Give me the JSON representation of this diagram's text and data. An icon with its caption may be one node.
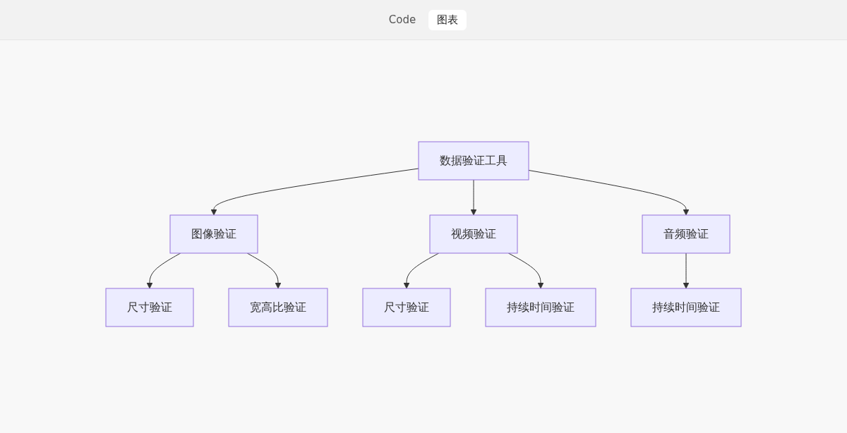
{
  "diagram": {
    "nodes": [
      {
        "text": [
          "数据验证工具"
        ]
      },
      {
        "text": [
          "图像验证"
        ]
      },
      {
        "text": [
          "视频验证"
        ]
      },
      {
        "text": [
          "音频验证"
        ]
      },
      {
        "text": [
          "尺寸验证"
        ]
      },
      {
        "text": [
          "宽高比验证"
        ]
      },
      {
        "text": [
          "尺寸验证"
        ]
      },
      {
        "text": [
          "持续时间验证"
        ]
      },
      {
        "text": [
          "持续时间验证"
        ]
      }
    ],
    "edges": [
      {
        "from": 0,
        "to": 1,
        "arrow": "to"
      },
      {
        "from": 0,
        "to": 2,
        "arrow": "to"
      },
      {
        "from": 0,
        "to": 3,
        "arrow": "to"
      },
      {
        "from": 1,
        "to": 4,
        "arrow": "to"
      },
      {
        "from": 1,
        "to": 5,
        "arrow": "to"
      },
      {
        "from": 2,
        "to": 6,
        "arrow": "to"
      },
      {
        "from": 2,
        "to": 7,
        "arrow": "to"
      },
      {
        "from": 3,
        "to": 8,
        "arrow": "to"
      }
    ],
    "labels": [
      "Code",
      "图表"
    ]
  }
}
